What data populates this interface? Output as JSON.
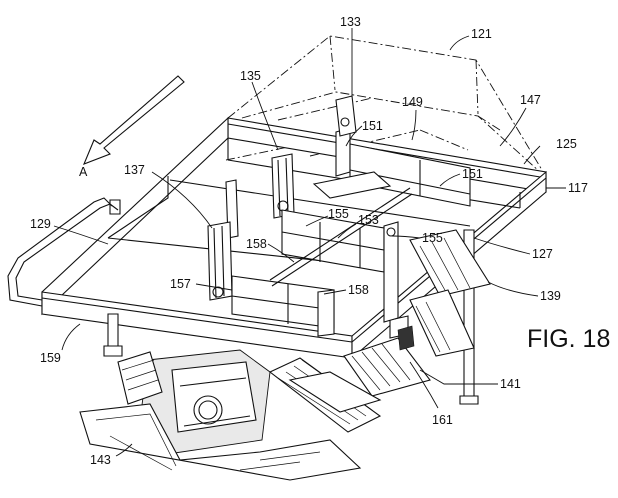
{
  "figure": {
    "label": "FIG. 18"
  },
  "direction_arrow": {
    "label": "A"
  },
  "reference_numerals": {
    "r121": "121",
    "r133": "133",
    "r135": "135",
    "r147": "147",
    "r149": "149",
    "r151a": "151",
    "r151b": "151",
    "r125": "125",
    "r117": "117",
    "r137": "137",
    "r155a": "155",
    "r153": "153",
    "r155b": "155",
    "r129": "129",
    "r127": "127",
    "r158a": "158",
    "r157": "157",
    "r158b": "158",
    "r139": "139",
    "r159": "159",
    "r141": "141",
    "r161": "161",
    "r143": "143"
  }
}
